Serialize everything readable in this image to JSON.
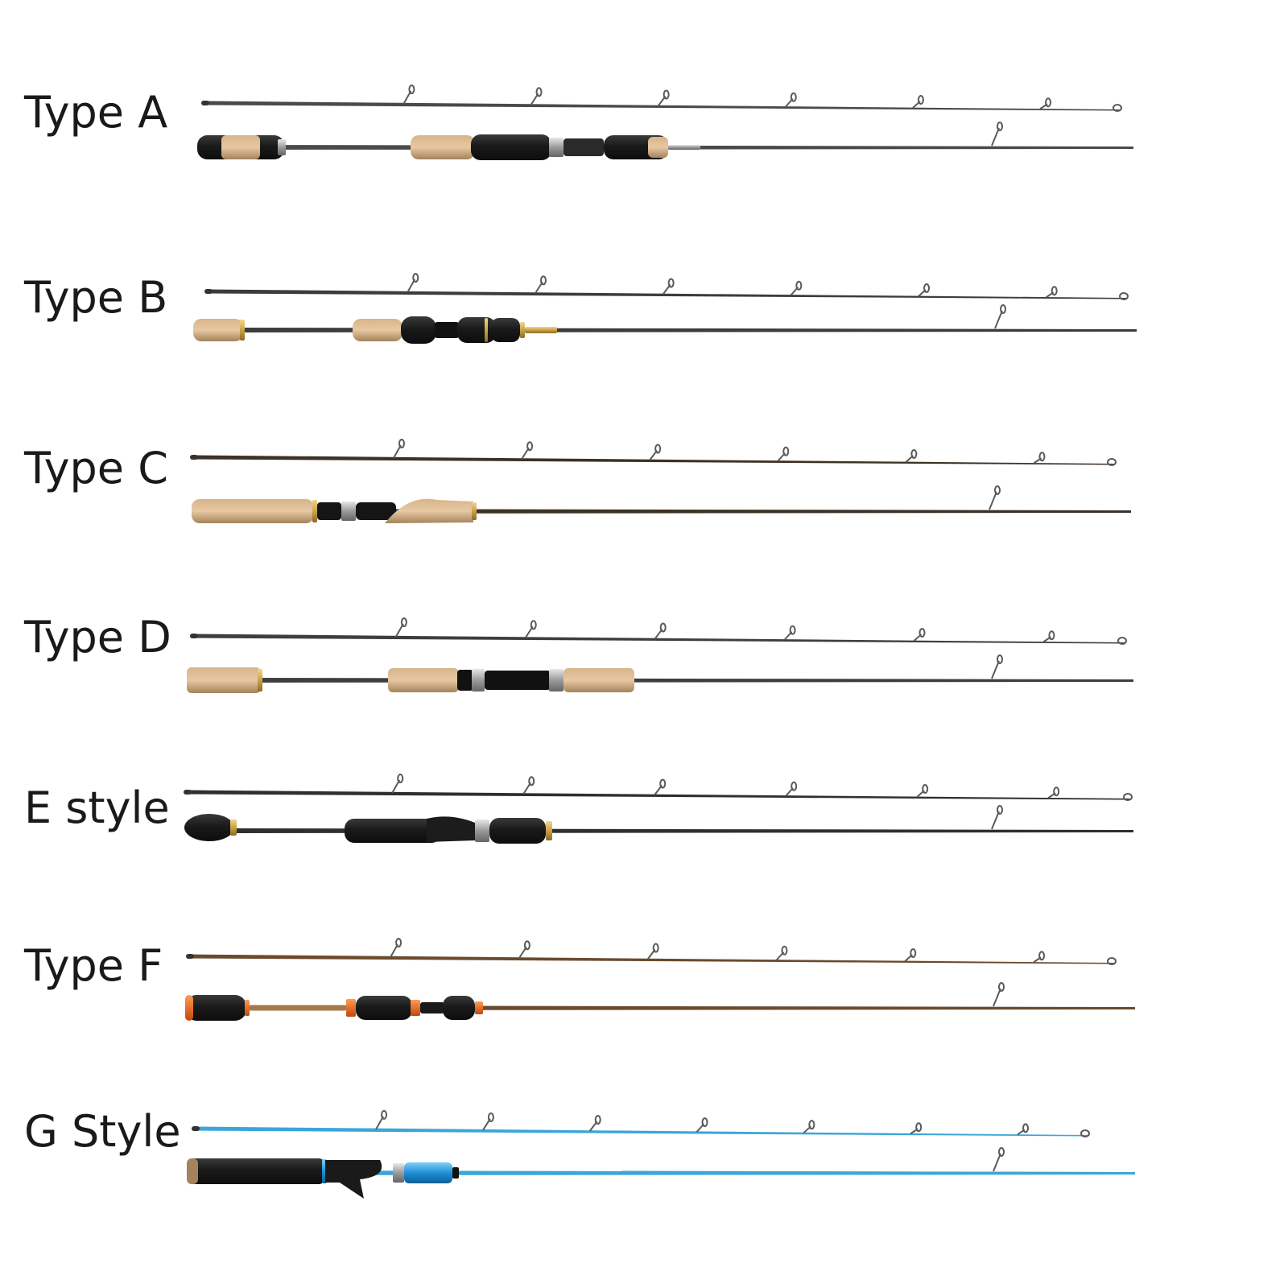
{
  "rods": [
    {
      "label": "Type A",
      "blank_color": "#4a4a4a",
      "accent_color": "#b0b0b0",
      "grip_style": "eva-cork",
      "top_guides": 6,
      "reel_seat_color": "#2a2a2a"
    },
    {
      "label": "Type B",
      "blank_color": "#3c3c3c",
      "accent_color": "#c9a24a",
      "grip_style": "cork-black-seat",
      "top_guides": 6,
      "reel_seat_color": "#111111"
    },
    {
      "label": "Type C",
      "blank_color": "#3d3228",
      "accent_color": "#d4a03a",
      "grip_style": "cork-split",
      "top_guides": 6,
      "reel_seat_color": "#151515"
    },
    {
      "label": "Type D",
      "blank_color": "#3e3e3e",
      "accent_color": "#b8b8b8",
      "grip_style": "full-cork",
      "top_guides": 6,
      "reel_seat_color": "#111111"
    },
    {
      "label": "E style",
      "blank_color": "#2f2f2f",
      "accent_color": "#c9a24a",
      "grip_style": "eva-black",
      "top_guides": 6,
      "reel_seat_color": "#1c1c1c"
    },
    {
      "label": "Type F",
      "blank_color": "#6b4a2e",
      "accent_color": "#e3651d",
      "grip_style": "eva-orange",
      "top_guides": 6,
      "reel_seat_color": "#1a1a1a"
    },
    {
      "label": "G Style",
      "blank_color": "#3aa6d9",
      "accent_color": "#1f8fd6",
      "grip_style": "casting-blue",
      "top_guides": 7,
      "reel_seat_color": "#1a1a1a"
    }
  ],
  "colors": {
    "cork_light": "#d8b48a",
    "cork_dark": "#a5835c",
    "eva_black": "#1e1e1e",
    "guide_metal": "#5a5a5a",
    "background": "#ffffff"
  }
}
